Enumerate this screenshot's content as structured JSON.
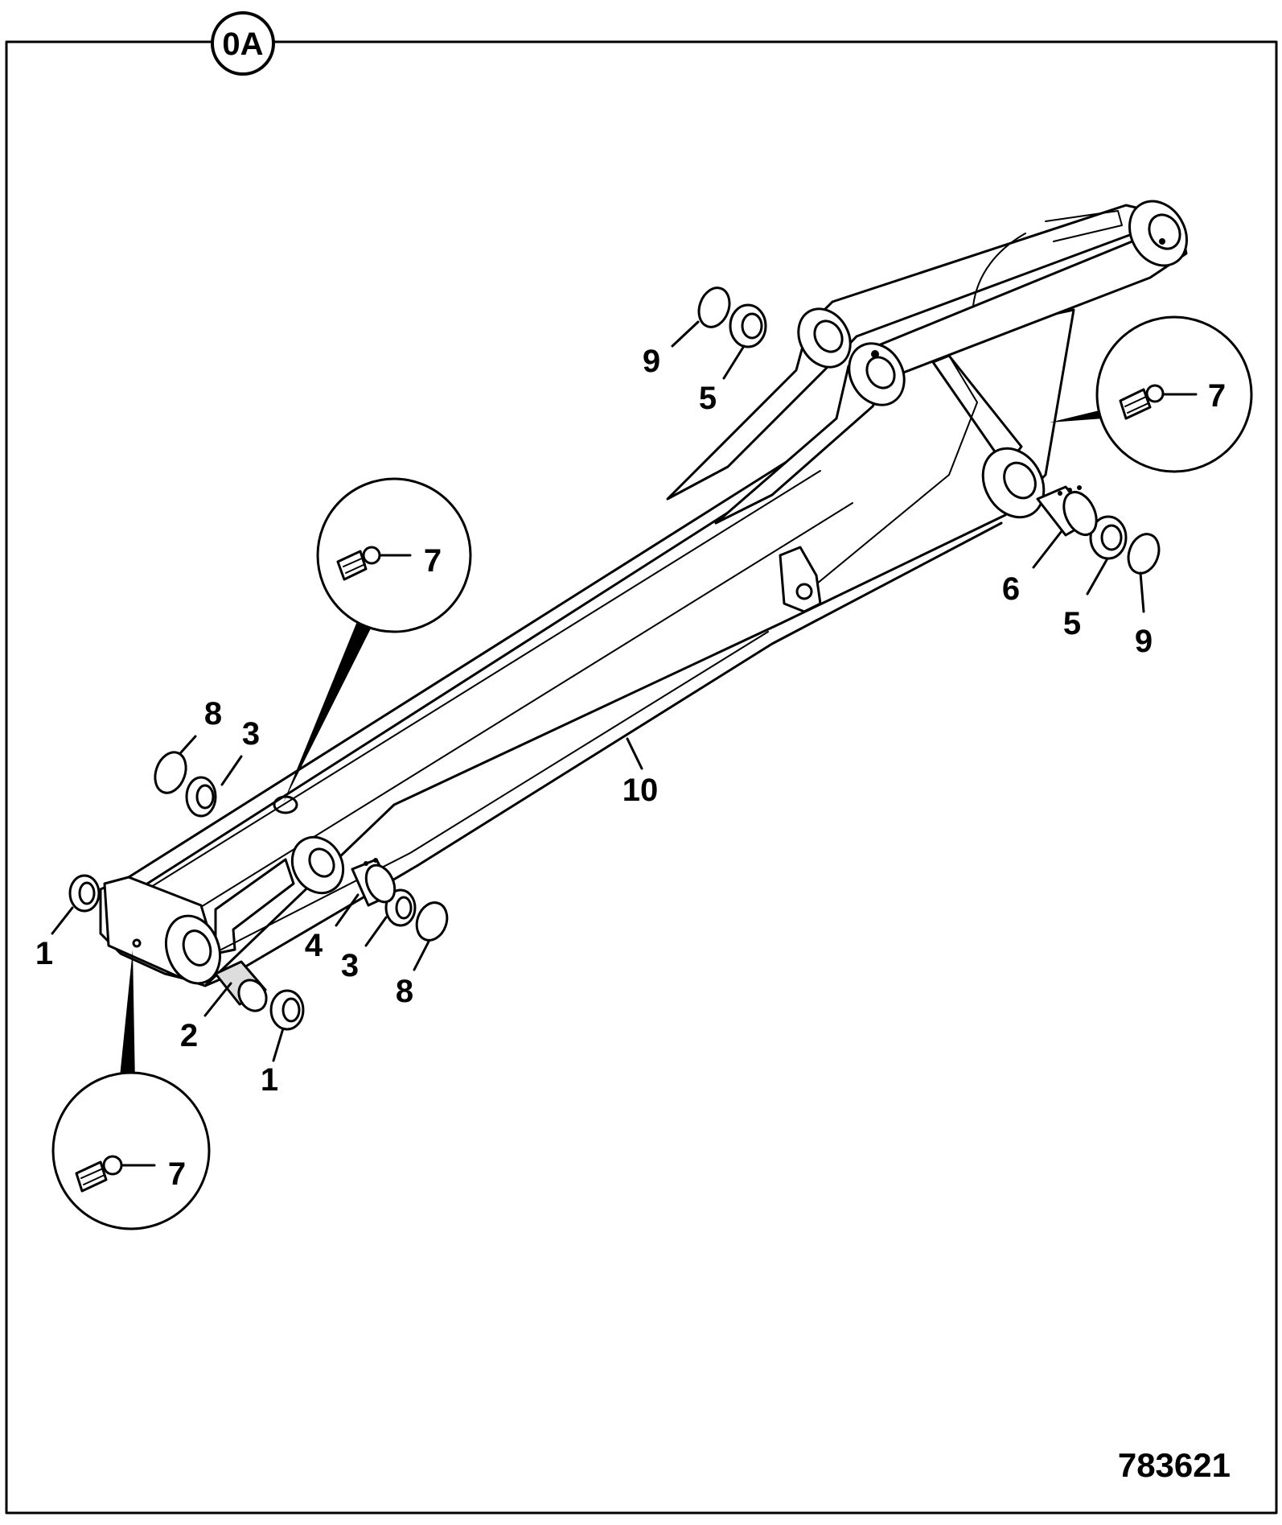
{
  "sheet": {
    "reference_badge": "0A",
    "drawing_number": "783621"
  },
  "callouts": {
    "c1a": "1",
    "c1b": "1",
    "c2": "2",
    "c3a": "3",
    "c3b": "3",
    "c4": "4",
    "c5a": "5",
    "c5b": "5",
    "c6": "6",
    "c7a": "7",
    "c7b": "7",
    "c7c": "7",
    "c8a": "8",
    "c8b": "8",
    "c9a": "9",
    "c9b": "9",
    "c10": "10"
  },
  "colors": {
    "line": "#000000",
    "background": "#ffffff"
  },
  "icons": {
    "grease-nipple": "grease-nipple-icon",
    "bush": "bush-icon",
    "shim": "shim-ring-icon"
  }
}
